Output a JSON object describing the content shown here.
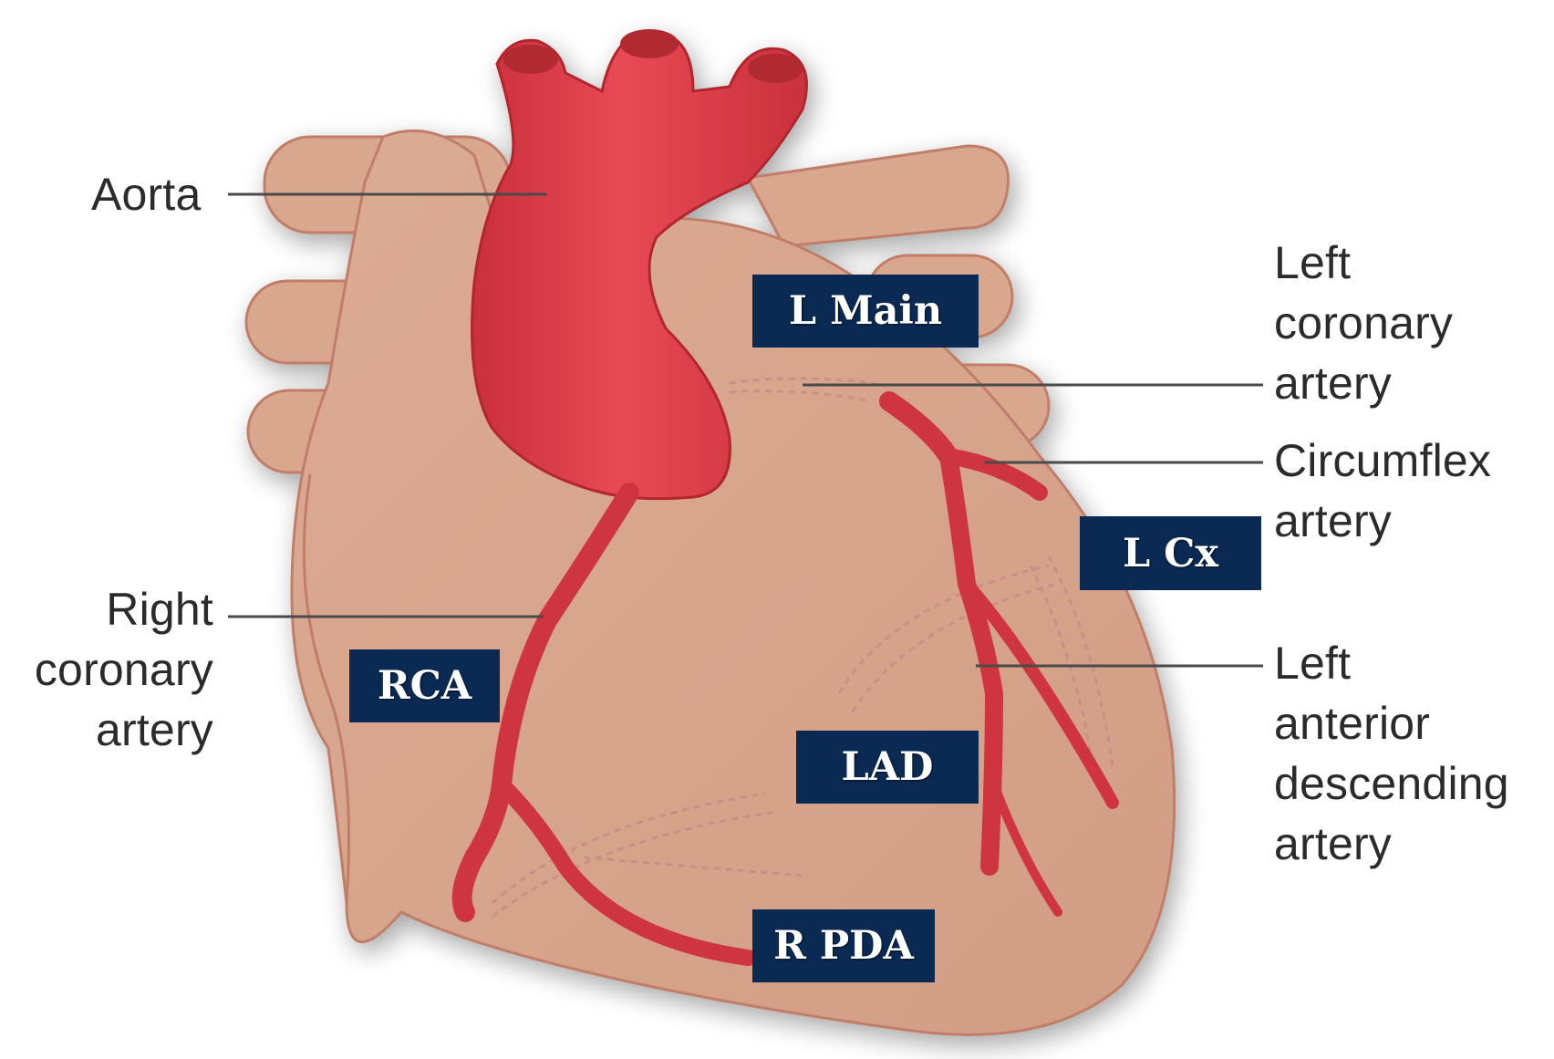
{
  "annotations": {
    "aorta": "Aorta",
    "left_coronary_artery": "Left\ncoronary\nartery",
    "circumflex_artery": "Circumflex\nartery",
    "right_coronary_artery": "Right\ncoronary\nartery",
    "left_anterior_descending_artery": "Left\nanterior\ndescending\nartery"
  },
  "tags": {
    "l_main": "L Main",
    "l_cx": "L Cx",
    "rca": "RCA",
    "lad": "LAD",
    "r_pda": "R PDA"
  },
  "colors": {
    "heart_tissue": "#d9a68e",
    "heart_outline": "#c07e68",
    "vessel": "#d33a44",
    "aorta": "#e0414b",
    "tag_background": "#0a2a54",
    "tag_text": "#ffffff",
    "leader_line": "#4a4a4a"
  }
}
